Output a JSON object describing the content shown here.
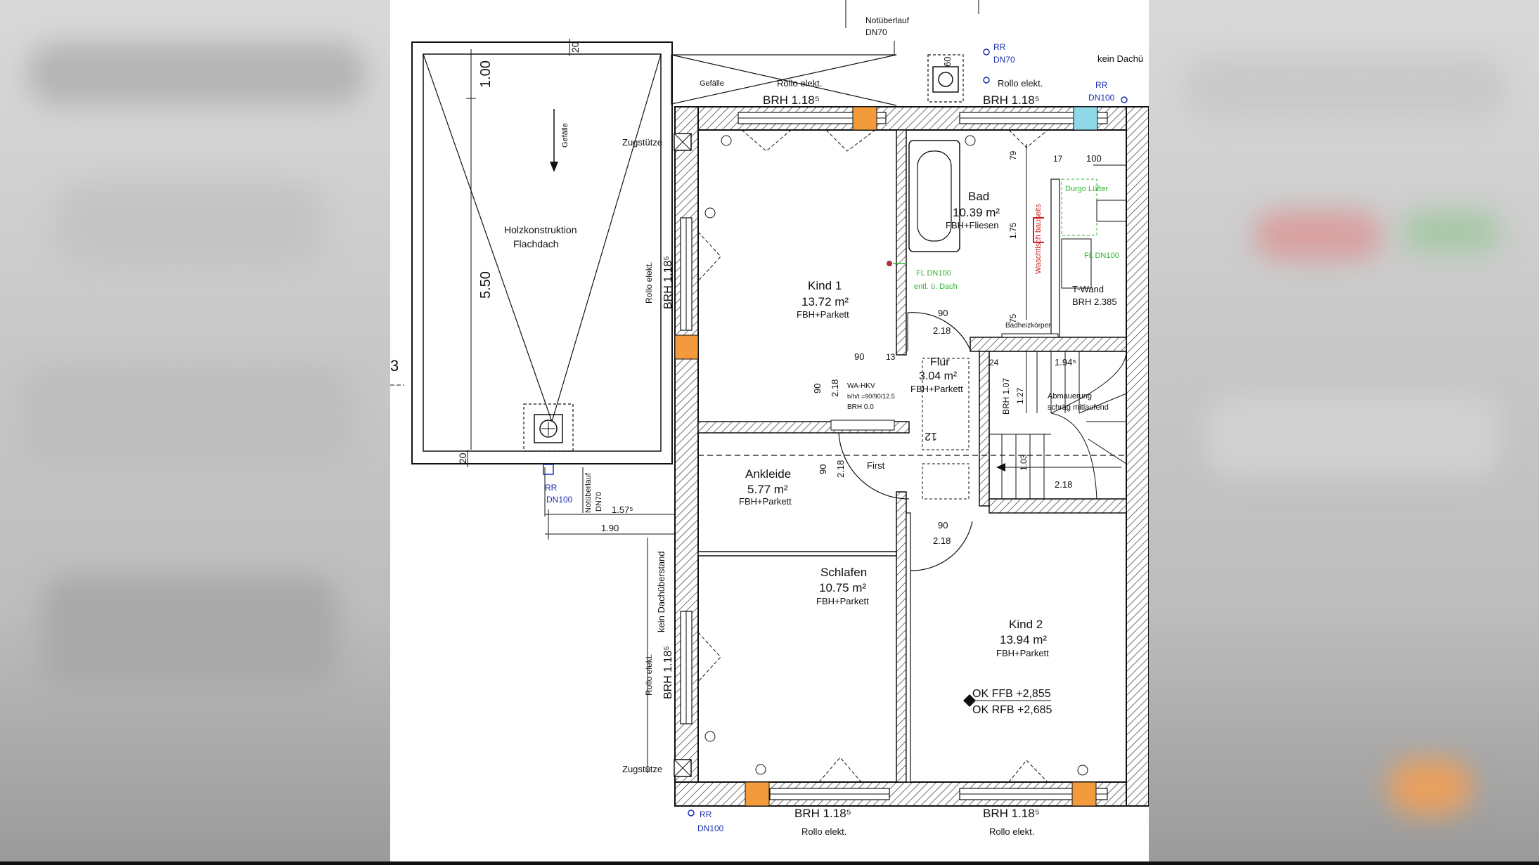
{
  "colors": {
    "wall": "#1a1a1a",
    "hatch": "#444444",
    "window_marker": "#f39a3c",
    "window_marker_cyan": "#8fd8e8",
    "drain_label": "#1a2fb0",
    "green_annotation": "#2fb52f",
    "red_annotation": "#d02020",
    "background_blur": "#cfcfcf"
  },
  "plan": {
    "rooms": [
      {
        "name": "Kind 1",
        "area": "13.72 m²",
        "finish": "FBH+Parkett"
      },
      {
        "name": "Bad",
        "area": "10.39 m²",
        "finish": "FBH+Fliesen"
      },
      {
        "name": "Flur",
        "area": "3.04 m²",
        "finish": "FBH+Parkett"
      },
      {
        "name": "Ankleide",
        "area": "5.77 m²",
        "finish": "FBH+Parkett"
      },
      {
        "name": "Schlafen",
        "area": "10.75 m²",
        "finish": "FBH+Parkett"
      },
      {
        "name": "Kind 2",
        "area": "13.94 m²",
        "finish": "FBH+Parkett"
      }
    ],
    "roof": {
      "line1": "Holzkonstruktion",
      "line2": "Flachdach",
      "slope": "Gefälle",
      "slope_top": "Gefälle",
      "dim_height": "5.50",
      "dim_top": "1.00",
      "dim_20_top": "20",
      "dim_20_bottom": "20"
    },
    "labels": {
      "notueberlauf_top": "Notüberlauf",
      "dn70_top": "DN70",
      "rr_top_right": "RR",
      "dn70_top_right": "DN70",
      "rr_top_far": "RR",
      "dn100_top_far": "DN100",
      "kein_dachueberstand_top": "kein Dachü",
      "rollo_top_left": "Rollo elekt.",
      "rollo_top_right": "Rollo elekt.",
      "brh_top_left": "BRH 1.18⁵",
      "brh_top_right": "BRH 1.18⁵",
      "zugstuetze_top": "Zugstütze",
      "zugstuetze_bottom": "Zugstütze",
      "rollo_left_top": "Rollo elekt.",
      "brh_left_top": "BRH 1.18⁵",
      "rollo_left_bottom": "Rollo elekt.",
      "brh_left_bottom": "BRH 1.18⁵",
      "kein_dachueberstand_left": "kein Dachüberstand",
      "rr_left": "RR",
      "dn100_left": "DN100",
      "notueberlauf_left": "Notüberlauf",
      "dn70_left": "DN70",
      "dim_157": "1.57⁵",
      "dim_190": "1.90",
      "fl_dn100": "FL DN100",
      "fl_dn100_sub": "entl. ü. Dach",
      "durgo": "Durgo Lüfter",
      "waschtisch": "Waschtisch bauseits",
      "fl_dn100_right": "FL DN100",
      "twand": "T-Wand",
      "twand_brh": "BRH 2.385",
      "badheizkoerper": "Badheizkörper",
      "dim_100": "100",
      "dim_175": "1.75",
      "dim_17": "17",
      "dim_79": "79",
      "dim_75": "75",
      "dim_90_kind1": "90",
      "dim_218_kind1": "2.18",
      "dim_90_flur": "90",
      "dim_13": "13",
      "dim_90_v": "90",
      "dim_218_v": "2.18",
      "wa_hkv": "WA-HKV",
      "wa_hkv_dim": "b/h/t =90/90/12.5",
      "wa_hkv_brh": "BRH 0.0",
      "dim_24": "24",
      "dim_1945": "1.94⁵",
      "brh_107": "BRH 1.07",
      "dim_127": "1.27",
      "abmauerung": "Abmauerung",
      "abmauerung_sub": "schräg mitlaufend",
      "first": "First",
      "dim_90_ankl": "90",
      "dim_218_ankl": "2.18",
      "dim_103": "1.03",
      "dim_218_stair": "2.18",
      "stair_mark": "12",
      "dim_90_kind2": "90",
      "dim_218_kind2": "2.18",
      "ok_ffb": "OK FFB +2,855",
      "ok_rfb": "OK RFB +2,685",
      "brh_bottom_left": "BRH 1.18⁵",
      "brh_bottom_right": "BRH 1.18⁵",
      "rollo_bottom_left": "Rollo elekt.",
      "rollo_bottom_right": "Rollo elekt.",
      "rr_bottom": "RR",
      "dn100_bottom": "DN100",
      "dim_60": "60",
      "edge_mark": "3"
    }
  }
}
